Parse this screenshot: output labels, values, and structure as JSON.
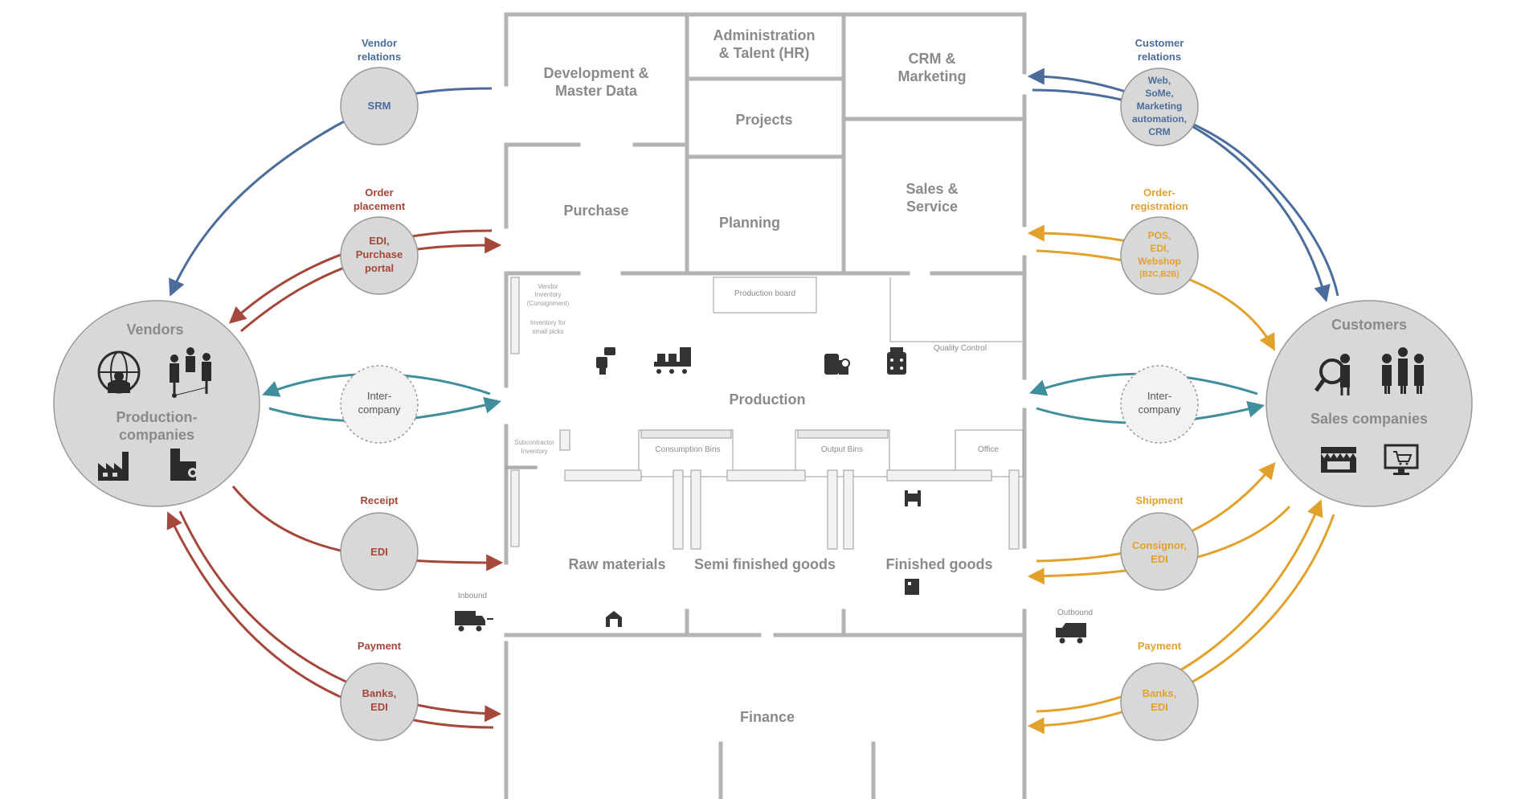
{
  "colors": {
    "vendor_blue": "#4a6d9c",
    "order_red": "#a5473a",
    "intercompany_teal": "#3f8e9e",
    "customer_orange": "#e2a12a",
    "wall_gray": "#b3b3b3",
    "circle_fill": "#d8d8d8",
    "text_gray": "#8a8a8a"
  },
  "vendors": {
    "title": "Vendors",
    "subtitle_1": "Production-",
    "subtitle_2": "companies"
  },
  "customers": {
    "title": "Customers",
    "subtitle": "Sales companies"
  },
  "left_flows": {
    "srm": {
      "label_1": "Vendor",
      "label_2": "relations",
      "circle": "SRM"
    },
    "order": {
      "label_1": "Order",
      "label_2": "placement",
      "circle_1": "EDI,",
      "circle_2": "Purchase",
      "circle_3": "portal"
    },
    "inter": {
      "circle_1": "Inter-",
      "circle_2": "company"
    },
    "receipt": {
      "label": "Receipt",
      "circle": "EDI"
    },
    "payment": {
      "label": "Payment",
      "circle_1": "Banks,",
      "circle_2": "EDI"
    }
  },
  "right_flows": {
    "crm": {
      "label_1": "Customer",
      "label_2": "relations",
      "circle_1": "Web,",
      "circle_2": "SoMe,",
      "circle_3": "Marketing",
      "circle_4": "automation,",
      "circle_5": "CRM"
    },
    "order": {
      "label_1": "Order-",
      "label_2": "registration",
      "circle_1": "POS,",
      "circle_2": "EDI,",
      "circle_3": "Webshop",
      "circle_4": "(B2C,B2B)"
    },
    "inter": {
      "circle_1": "Inter-",
      "circle_2": "company"
    },
    "shipment": {
      "label": "Shipment",
      "circle_1": "Consignor,",
      "circle_2": "EDI"
    },
    "payment": {
      "label": "Payment",
      "circle_1": "Banks,",
      "circle_2": "EDI"
    }
  },
  "rooms": {
    "dev_1": "Development &",
    "dev_2": "Master Data",
    "admin_1": "Administration",
    "admin_2": "& Talent (HR)",
    "crm_1": "CRM &",
    "crm_2": "Marketing",
    "projects": "Projects",
    "purchase": "Purchase",
    "planning": "Planning",
    "sales_1": "Sales &",
    "sales_2": "Service",
    "production": "Production",
    "raw": "Raw materials",
    "semi": "Semi finished goods",
    "finished": "Finished goods",
    "finance": "Finance"
  },
  "floor_labels": {
    "vendor_inv_1": "Vendor",
    "vendor_inv_2": "Inventory",
    "vendor_inv_3": "(Consignment)",
    "small_picks_1": "Inventory for",
    "small_picks_2": "small picks",
    "production_board": "Production board",
    "quality_control": "Quality Control",
    "subcontractor_1": "Subcontractor",
    "subcontractor_2": "Inventory",
    "consumption_bins": "Consumption Bins",
    "output_bins": "Output Bins",
    "office": "Office",
    "inbound": "Inbound",
    "outbound": "Outbound"
  }
}
